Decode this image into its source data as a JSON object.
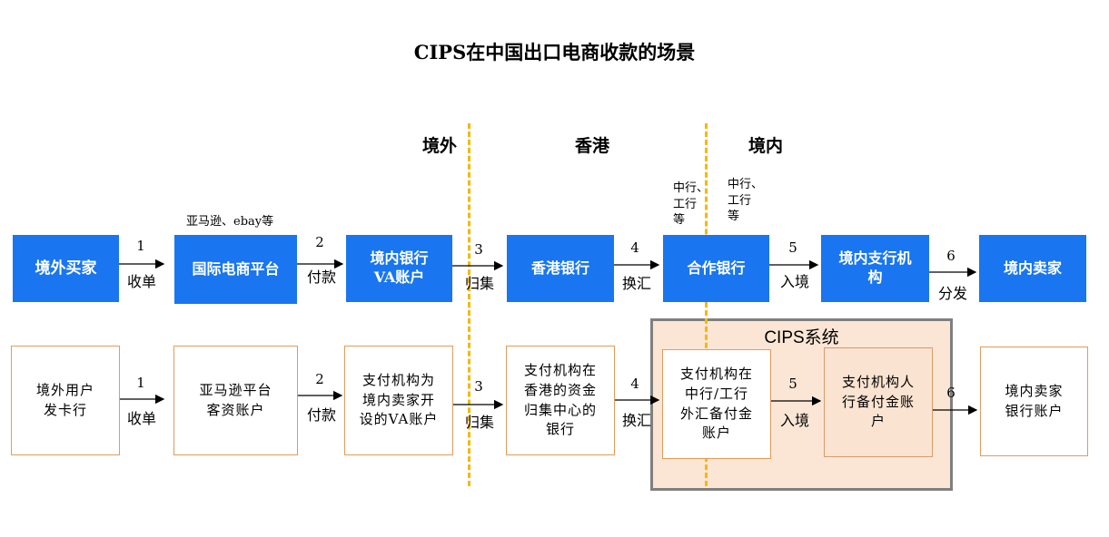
{
  "title": "CIPS在中国出口电商收款的场景",
  "regions": {
    "abroad": "境外",
    "hongkong": "香港",
    "domestic": "境内"
  },
  "top_note": "亚马逊、ebay等",
  "bank_notes": {
    "left": "中行、\n工行\n等",
    "right": "中行、\n工行\n等"
  },
  "top_row": {
    "boxes": [
      "境外买家",
      "国际电商平台",
      "境内银行\nVA账户",
      "香港银行",
      "合作银行",
      "境内支行机\n构",
      "境内卖家"
    ],
    "steps": [
      {
        "num": "1",
        "label": "收单"
      },
      {
        "num": "2",
        "label": "付款"
      },
      {
        "num": "3",
        "label": "归集"
      },
      {
        "num": "4",
        "label": "换汇"
      },
      {
        "num": "5",
        "label": "入境"
      },
      {
        "num": "6",
        "label": "分发"
      }
    ]
  },
  "bottom_row": {
    "boxes": [
      "境外用户\n发卡行",
      "亚马逊平台\n客资账户",
      "支付机构为\n境内卖家开\n设的VA账户",
      "支付机构在\n香港的资金\n归集中心的\n银行",
      "支付机构在\n中行/工行\n外汇备付金\n账户",
      "支付机构人\n行备付金账\n户",
      "境内卖家\n银行账户"
    ],
    "steps": [
      {
        "num": "1",
        "label": "收单"
      },
      {
        "num": "2",
        "label": "付款"
      },
      {
        "num": "3",
        "label": "归集"
      },
      {
        "num": "4",
        "label": "换汇"
      },
      {
        "num": "5",
        "label": "入境"
      },
      {
        "num": "6",
        "label": ""
      }
    ]
  },
  "cips_label": "CIPS系统",
  "colors": {
    "blue_box": "#1976f0",
    "dash": "#f5b800",
    "orange_border": "#e39a5a",
    "cips_bg": "#fbe6d6",
    "cips_border": "#7f7f7f"
  }
}
